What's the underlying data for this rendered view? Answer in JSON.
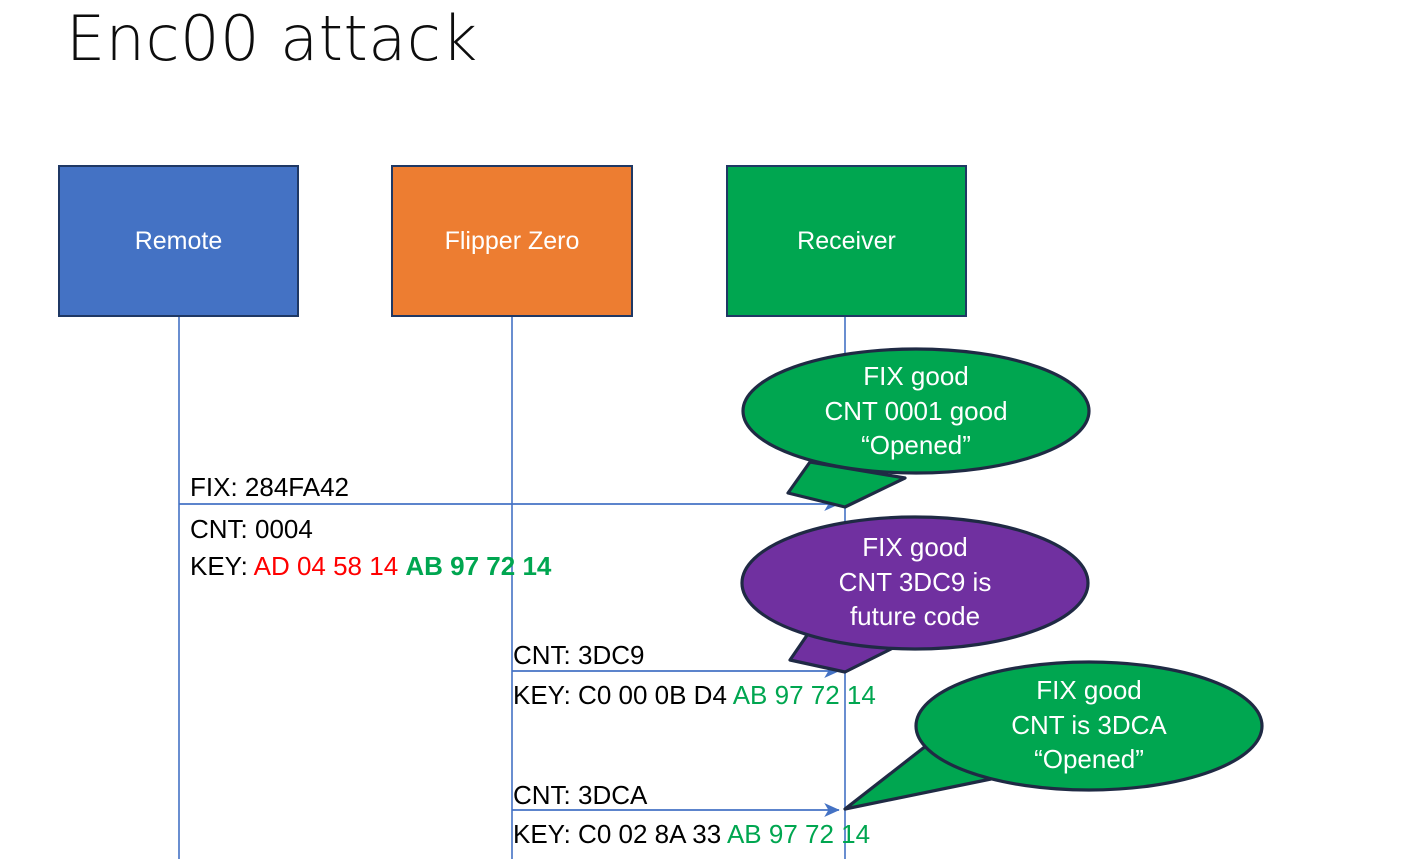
{
  "slide": {
    "title": "Enc00 attack",
    "background": "#FFFFFF"
  },
  "colors": {
    "remote": "#4472C4",
    "flipper": "#ED7D31",
    "receiver": "#00A650",
    "callout_green": "#00A650",
    "callout_purple": "#7030A0",
    "border": "#1F3864",
    "lifeline": "#4472C4",
    "key_red": "#FF0000",
    "key_green": "#00A650",
    "text": "#000000"
  },
  "actors": [
    {
      "id": "remote",
      "label": "Remote"
    },
    {
      "id": "flipper",
      "label": "Flipper Zero"
    },
    {
      "id": "receiver",
      "label": "Receiver"
    }
  ],
  "messages": [
    {
      "id": "msg-1",
      "from": "remote",
      "to": "receiver",
      "lines": [
        {
          "id": "fix",
          "label": "FIX: 284FA42"
        },
        {
          "id": "cnt",
          "label": "CNT: 0004"
        }
      ],
      "key": {
        "prefix": "KEY: ",
        "first_half": "AD 04 58 14 ",
        "second_half": "AB 97 72 14"
      }
    },
    {
      "id": "msg-2",
      "from": "flipper",
      "to": "receiver",
      "lines": [
        {
          "id": "cnt",
          "label": "CNT: 3DC9"
        }
      ],
      "key": {
        "prefix": "KEY: C0 00 0B D4 ",
        "first_half": "",
        "second_half": "AB 97 72 14"
      }
    },
    {
      "id": "msg-3",
      "from": "flipper",
      "to": "receiver",
      "lines": [
        {
          "id": "cnt",
          "label": "CNT: 3DCA"
        }
      ],
      "key": {
        "prefix": "KEY: C0 02 8A 33 ",
        "first_half": "",
        "second_half": "AB 97 72 14"
      }
    }
  ],
  "callouts": [
    {
      "id": "callout-1",
      "color": "#00A650",
      "line1": "FIX good",
      "line2": "CNT 0001 good",
      "line3": "“Opened”"
    },
    {
      "id": "callout-2",
      "color": "#7030A0",
      "line1": "FIX good",
      "line2": "CNT 3DC9 is",
      "line3": "future code"
    },
    {
      "id": "callout-3",
      "color": "#00A650",
      "line1": "FIX good",
      "line2": "CNT is 3DCA",
      "line3": "“Opened”"
    }
  ]
}
